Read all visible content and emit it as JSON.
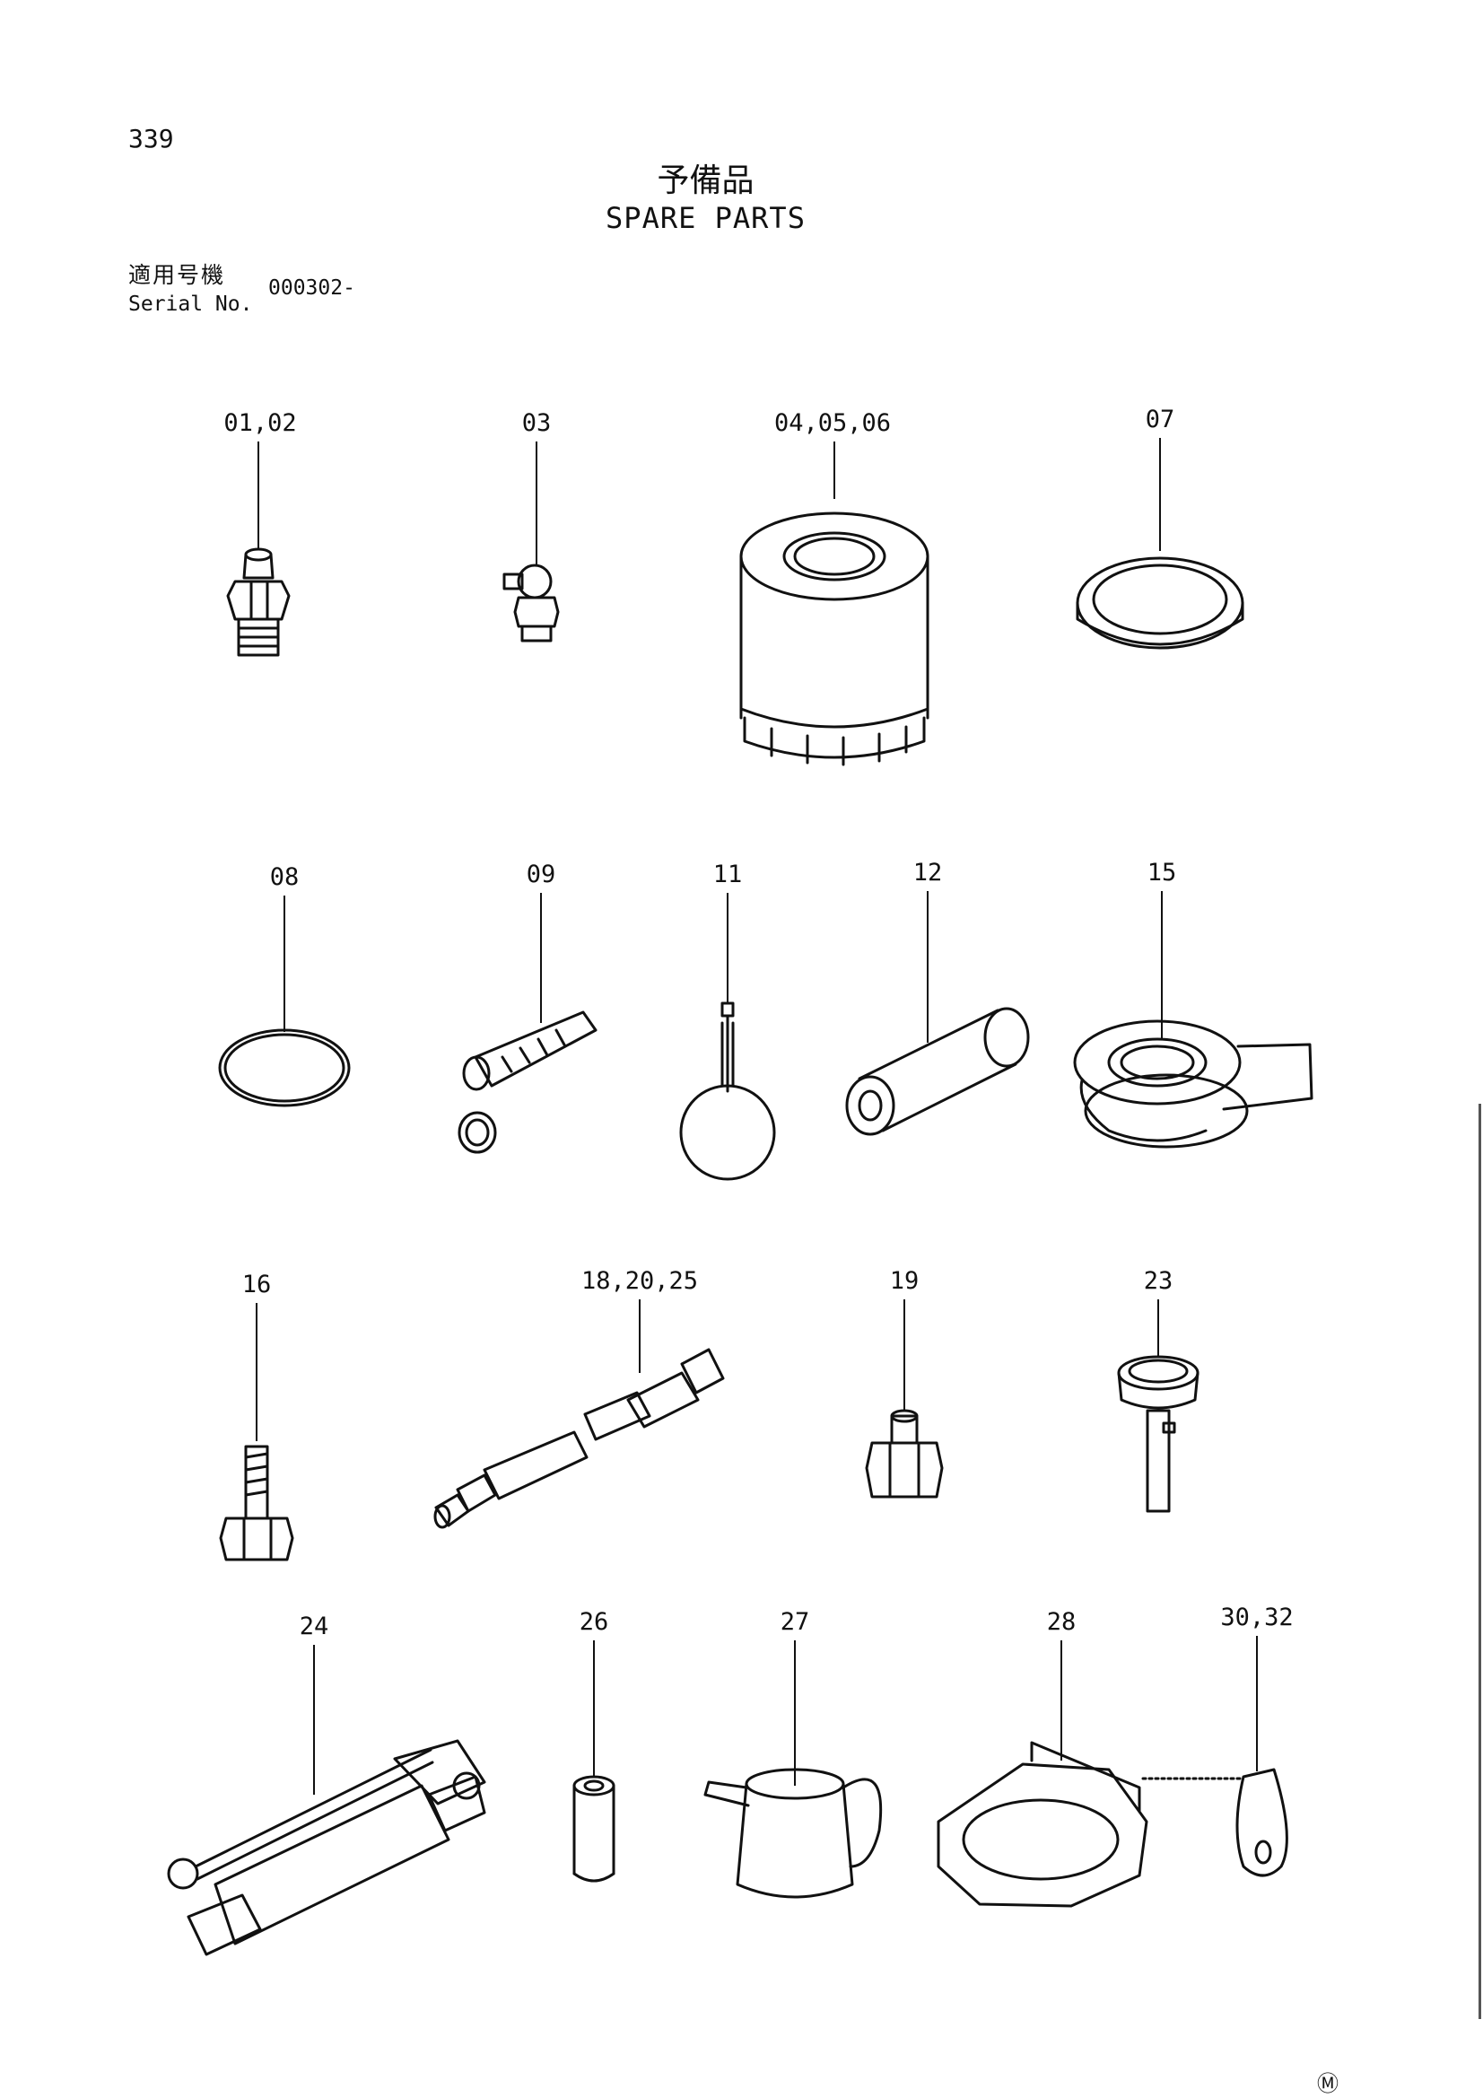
{
  "header": {
    "page_number": "339",
    "title_jp": "予備品",
    "title_en": "SPARE PARTS",
    "serial_label_jp": "適用号機",
    "serial_label_en": "Serial No.",
    "serial_value": "000302-"
  },
  "callouts": {
    "c0102": "01,02",
    "c03": "03",
    "c040506": "04,05,06",
    "c07": "07",
    "c08": "08",
    "c09": "09",
    "c11": "11",
    "c12": "12",
    "c15": "15",
    "c16": "16",
    "c182025": "18,20,25",
    "c19": "19",
    "c23": "23",
    "c24": "24",
    "c26": "26",
    "c27": "27",
    "c28": "28",
    "c3032": "30,32"
  },
  "footer": {
    "mark": "Ⓜ"
  }
}
